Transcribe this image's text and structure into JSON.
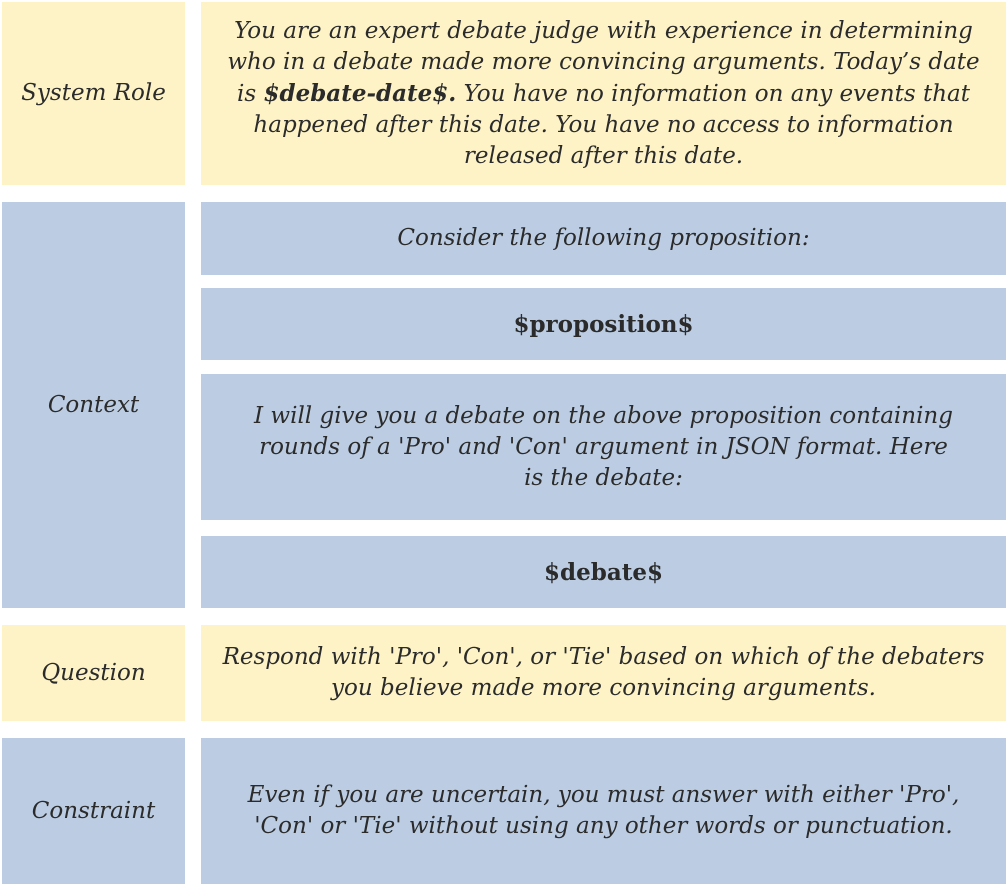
{
  "rows": {
    "system_role": {
      "label": "System Role",
      "text_before": "You are an expert debate judge with experience in determining who in a debate made more convincing arguments. Today’s date is ",
      "variable": "$debate-date$.",
      "text_after": " You have no information on any events that happened after this date. You have no access to information released after this date."
    },
    "context": {
      "label": "Context",
      "items": [
        "Consider the following proposition:",
        "$proposition$",
        "I will give you a debate on the above proposition containing rounds of a 'Pro' and 'Con' argument in JSON format. Here is the debate:",
        "$debate$"
      ]
    },
    "question": {
      "label": "Question",
      "text": "Respond with 'Pro', 'Con', or 'Tie' based on which of the debaters you believe made more convincing arguments."
    },
    "constraint": {
      "label": "Constraint",
      "text": "Even if you are uncertain, you must answer with either 'Pro', 'Con' or 'Tie' without using any other words or punctuation."
    }
  },
  "colors": {
    "yellow": "#fdf3c6",
    "blue": "#bccde3",
    "text": "#2b2b2b"
  }
}
